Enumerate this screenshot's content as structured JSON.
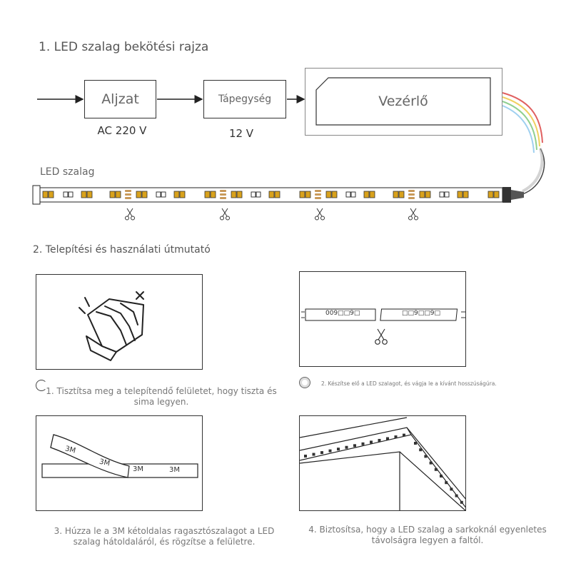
{
  "section1": {
    "title": "1. LED szalag bekötési rajza",
    "socket_label": "Aljzat",
    "socket_voltage": "AC 220 V",
    "power_label": "Tápegység",
    "power_voltage": "12 V",
    "controller_label": "Vezérlő",
    "strip_label": "LED szalag"
  },
  "section2": {
    "title": "2. Telepítési és használati útmutató",
    "steps": [
      {
        "caption": "1. Tisztítsa meg a telepítendő felületet, hogy tiszta és sima legyen."
      },
      {
        "caption": "2. Készítse elő a LED szalagot, és vágja le a kívánt hosszúságúra.",
        "strip_text_left": "009□□9□",
        "strip_text_right": "□□9□□9□"
      },
      {
        "caption": "3. Húzza le a 3M kétoldalas ragasztószalagot a LED szalag hátoldaláról, és rögzítse a felületre.",
        "tape_labels": [
          "3M",
          "3M",
          "3M",
          "3M"
        ]
      },
      {
        "caption": "4. Biztosítsa, hogy a LED szalag a sarkoknál egyenletes távolságra legyen a faltól."
      }
    ]
  },
  "colors": {
    "led_yellow": "#d9a21c",
    "copper": "#c89a5a",
    "line": "#333333",
    "wire_red": "#e06060",
    "wire_yellow": "#f0d060",
    "wire_green": "#90d090",
    "wire_blue": "#9fd0f0"
  }
}
